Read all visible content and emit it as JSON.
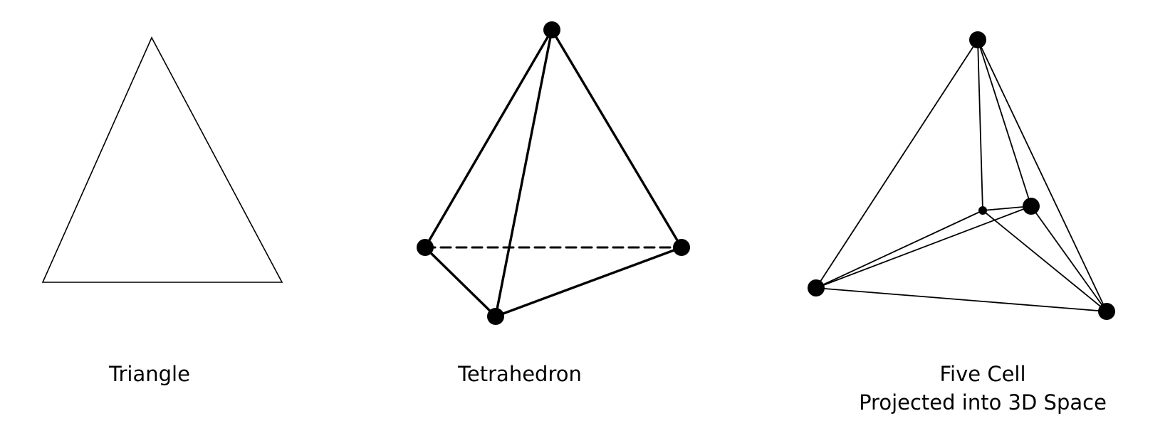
{
  "figures": [
    {
      "id": "triangle",
      "caption_lines": [
        "Triangle"
      ]
    },
    {
      "id": "tetrahedron",
      "caption_lines": [
        "Tetrahedron"
      ]
    },
    {
      "id": "five-cell",
      "caption_lines": [
        "Five Cell",
        "Projected into 3D Space"
      ]
    }
  ],
  "colors": {
    "stroke": "#000000",
    "background": "#ffffff"
  }
}
